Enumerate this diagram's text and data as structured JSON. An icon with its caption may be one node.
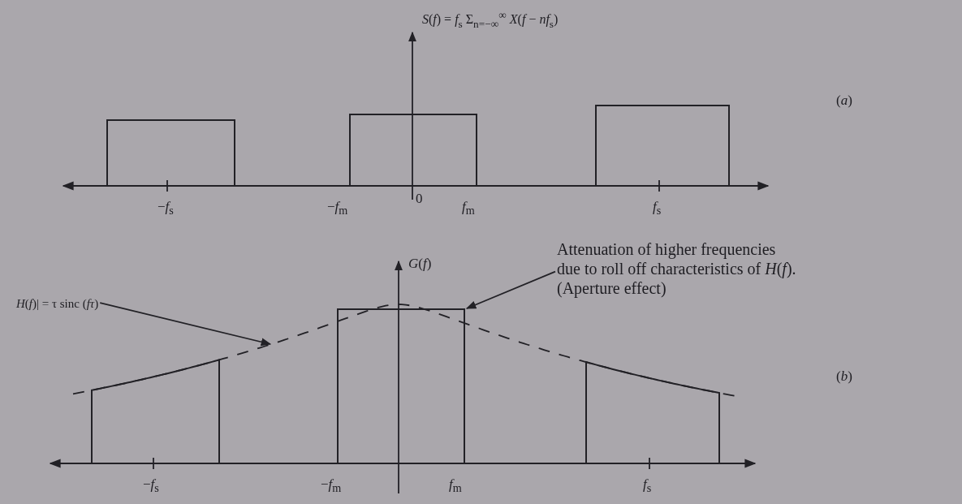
{
  "diagram": {
    "nodes": [
      {
        "text": [
          "*H*(*f*)| = τ sinc (*fτ*)"
        ]
      },
      {
        "text": [
          "Attenuation of higher frequencies due to roll off characteristics of *H*(*f*). (Aperture effect)"
        ]
      },
      {
        "text": [],
        "shape": "box"
      }
    ],
    "edges": [
      {
        "from": 0,
        "to": null,
        "arrow": "to"
      },
      {
        "from": 1,
        "to": 2,
        "arrow": "to"
      }
    ],
    "labels": [
      "*S*(*f*) = *f*$_{s}$ Σ$_{n=−∞}$$^{∞}$ *X*(*f* − *nf*$_{s}$)",
      "(*a*)",
      "−*f*$_{s}$",
      "−*f*$_{m}$",
      "0",
      "*f*$_{m}$",
      "*f*$_{s}$",
      "*G*(*f*)",
      "(*b*)",
      "−*f*$_{s}$",
      "−*f*$_{m}$",
      "*f*$_{m}$",
      "*f*$_{s}$"
    ]
  }
}
